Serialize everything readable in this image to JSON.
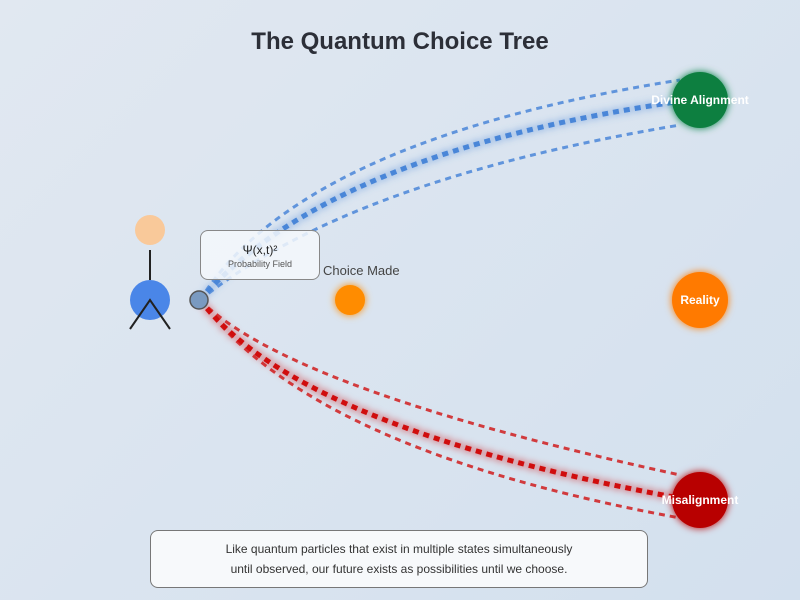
{
  "title": "The Quantum Choice Tree",
  "nodes": {
    "divine": "Divine Alignment",
    "reality": "Reality",
    "misalignment": "Misalignment"
  },
  "probability": {
    "formula": "Ψ(x,t)²",
    "label": "Probability Field"
  },
  "choice_label": "Choice Made",
  "caption": {
    "line1": "Like quantum particles that exist in multiple states simultaneously",
    "line2": "until observed, our future exists as possibilities until we choose."
  },
  "colors": {
    "blue": "#4a86d8",
    "green": "#0c7f3f",
    "orange": "#ff8c00",
    "red": "#c00000"
  }
}
